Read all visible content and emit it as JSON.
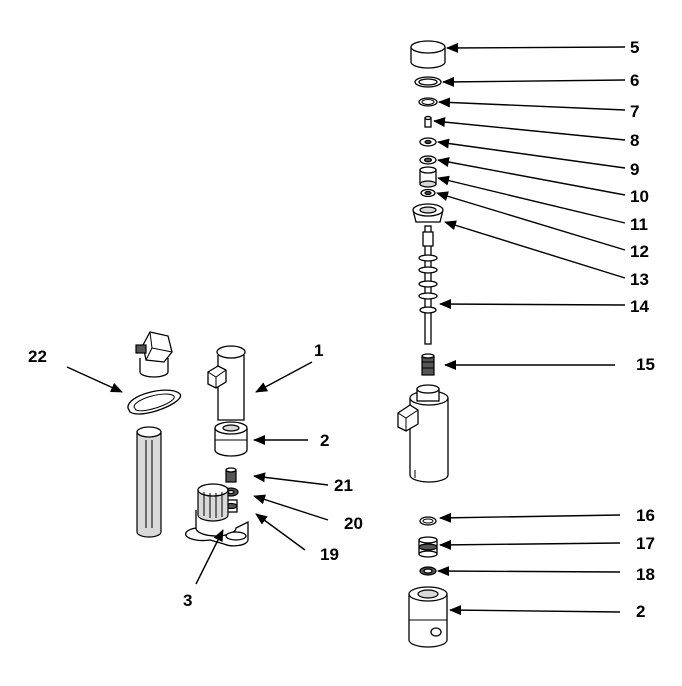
{
  "callouts": [
    {
      "id": "c5",
      "label": "5"
    },
    {
      "id": "c6",
      "label": "6"
    },
    {
      "id": "c7",
      "label": "7"
    },
    {
      "id": "c8",
      "label": "8"
    },
    {
      "id": "c9",
      "label": "9"
    },
    {
      "id": "c10",
      "label": "10"
    },
    {
      "id": "c11",
      "label": "11"
    },
    {
      "id": "c12",
      "label": "12"
    },
    {
      "id": "c13",
      "label": "13"
    },
    {
      "id": "c14",
      "label": "14"
    },
    {
      "id": "c15",
      "label": "15"
    },
    {
      "id": "c16",
      "label": "16"
    },
    {
      "id": "c17",
      "label": "17"
    },
    {
      "id": "c18",
      "label": "18"
    },
    {
      "id": "c2b",
      "label": "2"
    },
    {
      "id": "c1",
      "label": "1"
    },
    {
      "id": "c2a",
      "label": "2"
    },
    {
      "id": "c21",
      "label": "21"
    },
    {
      "id": "c20",
      "label": "20"
    },
    {
      "id": "c19",
      "label": "19"
    },
    {
      "id": "c3",
      "label": "3"
    },
    {
      "id": "c22",
      "label": "22"
    }
  ],
  "colors": {
    "line": "#000000",
    "background": "#ffffff",
    "shade": "#d9d9d9",
    "dark": "#555555"
  }
}
